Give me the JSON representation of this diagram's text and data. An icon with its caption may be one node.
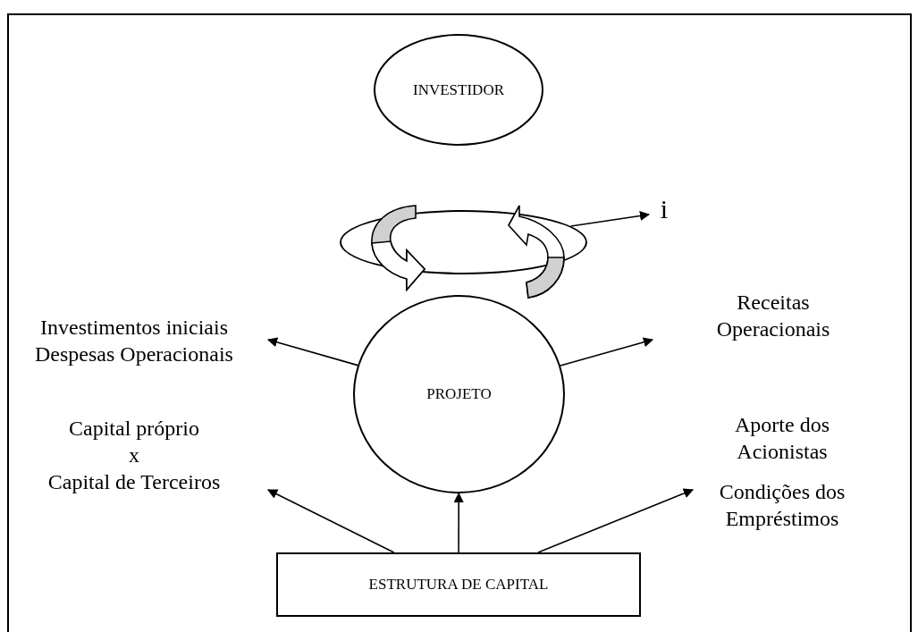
{
  "diagram": {
    "nodes": [
      {
        "text": [
          "INVESTIDOR"
        ]
      },
      {
        "text": [],
        "shape": "ellipse"
      },
      {
        "text": [
          "i"
        ]
      },
      {
        "text": [
          "PROJETO"
        ]
      },
      {
        "text": [
          "Investimentos iniciais",
          "Despesas Operacionais"
        ]
      },
      {
        "text": [
          "Receitas Operacionais"
        ]
      },
      {
        "text": [
          "Capital próprio",
          "x",
          "Capital de Terceiros"
        ]
      },
      {
        "text": [
          "Aporte dos Acionistas",
          "Condições dos Empréstimos"
        ]
      },
      {
        "text": [
          "ESTRUTURA DE CAPITAL"
        ]
      }
    ],
    "edges": [
      {
        "from": 1,
        "to": 2,
        "arrow": "to"
      },
      {
        "from": 3,
        "to": 4,
        "arrow": "to"
      },
      {
        "from": 3,
        "to": 5,
        "arrow": "to"
      },
      {
        "from": 8,
        "to": 6,
        "arrow": "to"
      },
      {
        "from": 8,
        "to": 3,
        "arrow": "to"
      },
      {
        "from": 8,
        "to": 7,
        "arrow": "to"
      }
    ]
  }
}
